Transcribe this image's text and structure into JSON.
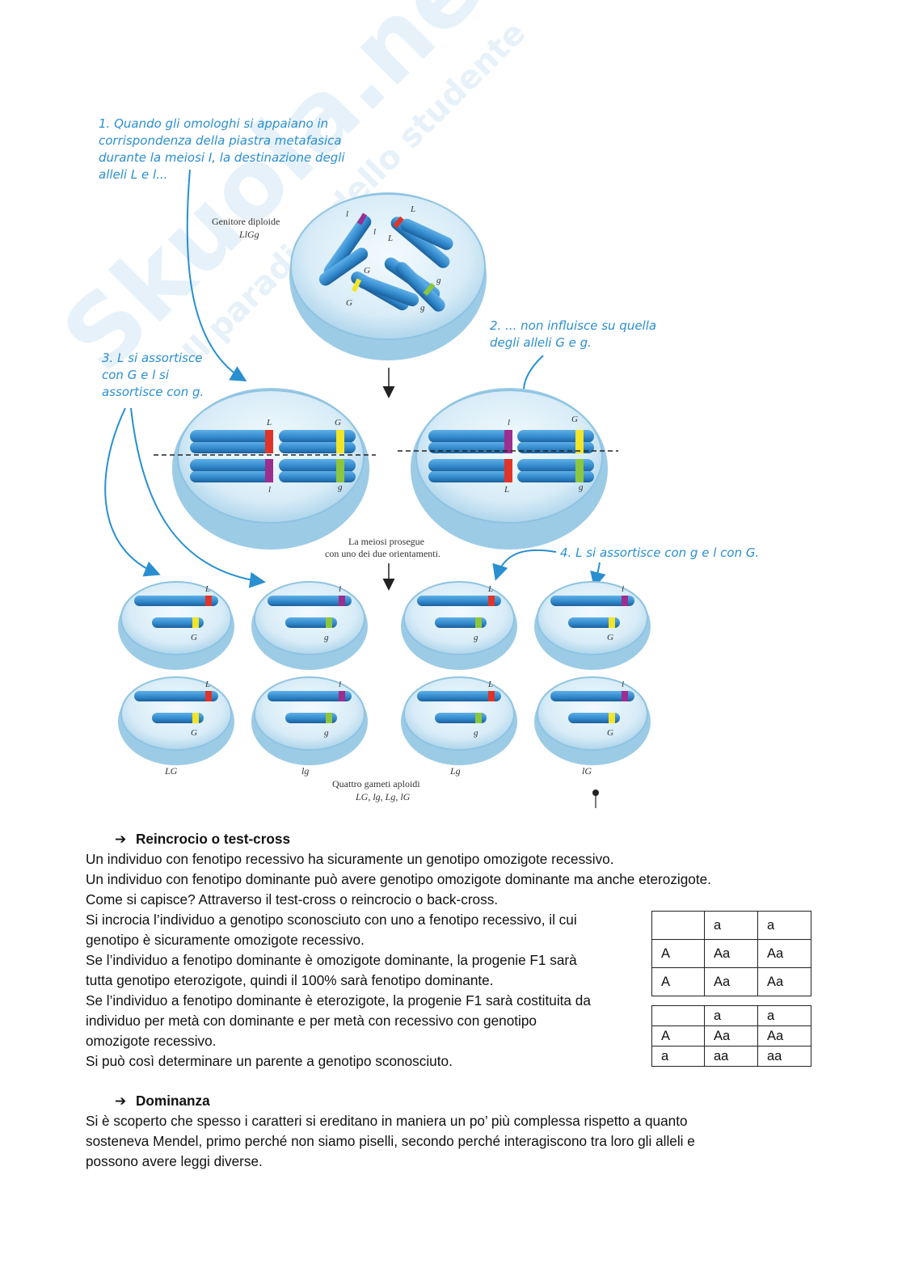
{
  "figure": {
    "note1": [
      "1. Quando gli omologhi si appaiano in",
      "corrispondenza della piastra metafasica",
      "durante la meiosi I, la destinazione degli",
      "alleli L e l..."
    ],
    "note2": [
      "2. ... non influisce su quella",
      "degli alleli G e g."
    ],
    "note3": [
      "3. L si assortisce",
      "con G e l si",
      "assortisce con g."
    ],
    "note4": "4. L si assortisce con g e l con G.",
    "parent_label": "Genitore diploide",
    "parent_genotype": "LlGg",
    "meiosis_note": [
      "La meiosi prosegue",
      "con uno dei due orientamenti."
    ],
    "gametes_caption": "Quattro gameti aploidi",
    "gametes_list": "LG, lg, Lg, lG",
    "gamete_labels": [
      "LG",
      "lg",
      "Lg",
      "lG"
    ],
    "alleles": {
      "L": "L",
      "l": "l",
      "G": "G",
      "g": "g"
    }
  },
  "section1": {
    "title": "Reincrocio o test-cross",
    "lines": [
      "Un individuo con fenotipo recessivo ha sicuramente un genotipo omozigote recessivo.",
      "Un individuo con fenotipo dominante può avere genotipo omozigote dominante ma anche eterozigote.",
      "Come si capisce? Attraverso il test-cross o reincrocio o back-cross."
    ],
    "narrow_lines": [
      "Si incrocia l’individuo a genotipo sconosciuto con uno a fenotipo recessivo, il cui",
      "genotipo è sicuramente omozigote recessivo.",
      "Se l’individuo a fenotipo dominante è omozigote dominante, la progenie F1 sarà",
      "tutta genotipo eterozigote, quindi il 100% sarà fenotipo dominante.",
      "Se l’individuo a fenotipo dominante è eterozigote, la progenie F1 sarà costituita da",
      "individuo per metà con dominante e per metà con recessivo con genotipo",
      "omozigote recessivo.",
      "Si può così determinare un parente a genotipo sconosciuto."
    ]
  },
  "table1": [
    [
      "",
      "a",
      "a"
    ],
    [
      "A",
      "Aa",
      "Aa"
    ],
    [
      "A",
      "Aa",
      "Aa"
    ]
  ],
  "table2": [
    [
      "",
      "a",
      "a"
    ],
    [
      "A",
      "Aa",
      "Aa"
    ],
    [
      "a",
      "aa",
      "aa"
    ]
  ],
  "section2": {
    "title": "Dominanza",
    "lines": [
      "Si è scoperto che spesso i caratteri si ereditano in maniera un po’ più complessa rispetto a quanto",
      "sosteneva Mendel, primo perché non siamo piselli, secondo perché interagiscono tra loro gli alleli e",
      "possono avere leggi diverse."
    ]
  },
  "watermark": {
    "brand": "Skuola.net",
    "tagline": "Il paradiso dello studente"
  },
  "colors": {
    "annotation": "#2a8fd0",
    "chromosome": "#2f86c9",
    "cell": "#cfe6f3",
    "red": "#e0342a",
    "purple": "#9b2e8f",
    "yellow": "#f2e52a",
    "green": "#8cc63f"
  }
}
